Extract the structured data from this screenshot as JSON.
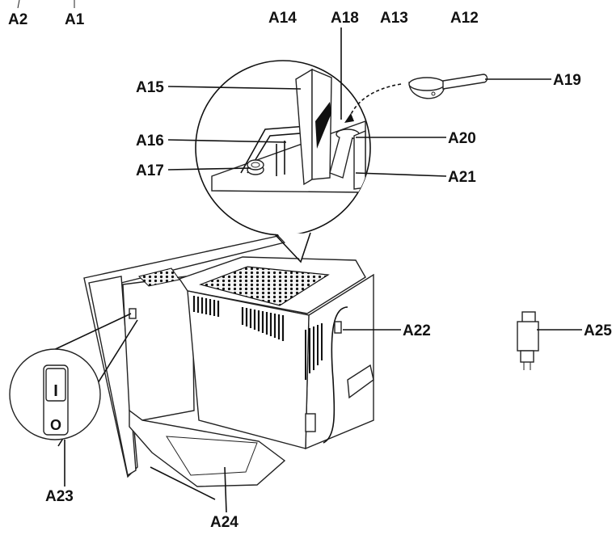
{
  "labels": {
    "A1": "A1",
    "A2": "A2",
    "A12": "A12",
    "A13": "A13",
    "A14": "A14",
    "A15": "A15",
    "A16": "A16",
    "A17": "A17",
    "A18": "A18",
    "A19": "A19",
    "A20": "A20",
    "A21": "A21",
    "A22": "A22",
    "A23": "A23",
    "A24": "A24",
    "A25": "A25"
  },
  "switch": {
    "on_symbol": "I",
    "off_symbol": "O"
  }
}
